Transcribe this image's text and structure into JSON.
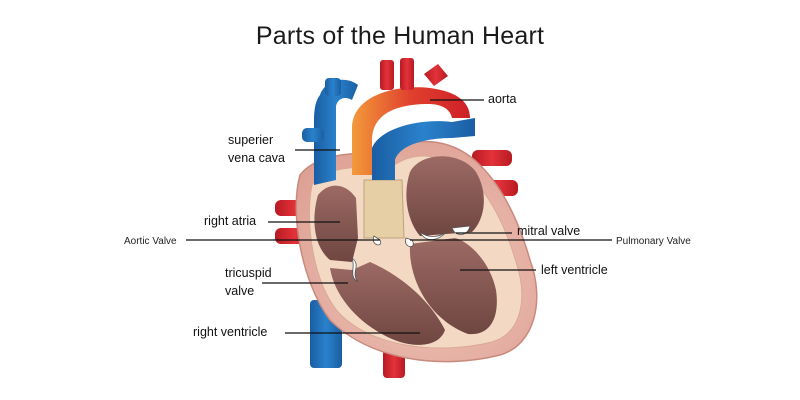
{
  "title": "Parts of the Human Heart",
  "labels": {
    "aorta": "aorta",
    "superior_vena_cava_line1": "superier",
    "superior_vena_cava_line2": "vena cava",
    "right_atria": "right atria",
    "aortic_valve": "Aortic Valve",
    "tricuspid_line1": "tricuspid",
    "tricuspid_line2": "valve",
    "right_ventricle": "right ventricle",
    "mitral_valve": "mitral valve",
    "pulmonary_valve": "Pulmonary Valve",
    "left_ventricle": "left ventricle"
  },
  "colors": {
    "vein_blue": "#1e6fb8",
    "artery_red": "#d7232b",
    "heart_tissue": "#e8b5a8",
    "chamber": "#8a5a55",
    "valve_tan": "#e6cfa5",
    "leader_line": "#111111"
  }
}
